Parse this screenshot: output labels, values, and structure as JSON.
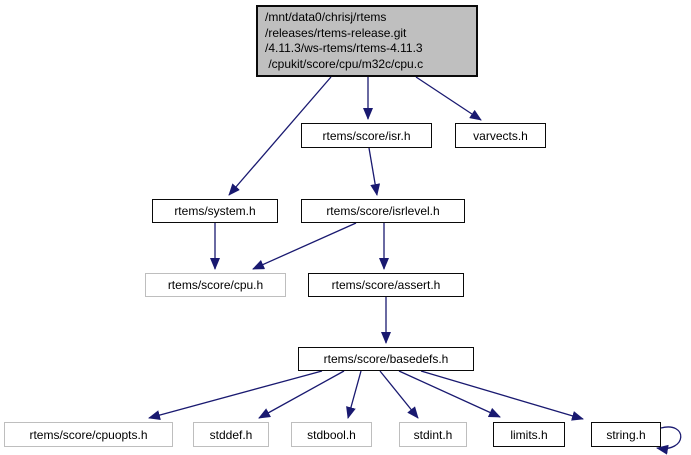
{
  "graph": {
    "edge_color": "#191970",
    "main_node_fill": "#bfbfbf",
    "linked_node_border": "#0a0a0a",
    "plain_node_border": "#bebebe",
    "nodes": {
      "cpu_c": {
        "lines": [
          "/mnt/data0/chrisj/rtems",
          "/releases/rtems-release.git",
          "/4.11.3/ws-rtems/rtems-4.11.3",
          " /cpukit/score/cpu/m32c/cpu.c"
        ]
      },
      "isr": {
        "label": "rtems/score/isr.h"
      },
      "varvects": {
        "label": "varvects.h"
      },
      "system": {
        "label": "rtems/system.h"
      },
      "isrlevel": {
        "label": "rtems/score/isrlevel.h"
      },
      "cpu": {
        "label": "rtems/score/cpu.h"
      },
      "assert": {
        "label": "rtems/score/assert.h"
      },
      "basedefs": {
        "label": "rtems/score/basedefs.h"
      },
      "cpuopts": {
        "label": "rtems/score/cpuopts.h"
      },
      "stddef": {
        "label": "stddef.h"
      },
      "stdbool": {
        "label": "stdbool.h"
      },
      "stdint": {
        "label": "stdint.h"
      },
      "limits": {
        "label": "limits.h"
      },
      "string": {
        "label": "string.h"
      }
    },
    "edges": [
      {
        "from": "cpu.c",
        "to": "rtems/system.h"
      },
      {
        "from": "cpu.c",
        "to": "rtems/score/isr.h"
      },
      {
        "from": "cpu.c",
        "to": "varvects.h"
      },
      {
        "from": "rtems/score/isr.h",
        "to": "rtems/score/isrlevel.h"
      },
      {
        "from": "rtems/system.h",
        "to": "rtems/score/cpu.h"
      },
      {
        "from": "rtems/score/isrlevel.h",
        "to": "rtems/score/cpu.h"
      },
      {
        "from": "rtems/score/isrlevel.h",
        "to": "rtems/score/assert.h"
      },
      {
        "from": "rtems/score/assert.h",
        "to": "rtems/score/basedefs.h"
      },
      {
        "from": "rtems/score/basedefs.h",
        "to": "rtems/score/cpuopts.h"
      },
      {
        "from": "rtems/score/basedefs.h",
        "to": "stddef.h"
      },
      {
        "from": "rtems/score/basedefs.h",
        "to": "stdbool.h"
      },
      {
        "from": "rtems/score/basedefs.h",
        "to": "stdint.h"
      },
      {
        "from": "rtems/score/basedefs.h",
        "to": "limits.h"
      },
      {
        "from": "rtems/score/basedefs.h",
        "to": "string.h"
      },
      {
        "from": "string.h",
        "to": "string.h"
      }
    ]
  }
}
